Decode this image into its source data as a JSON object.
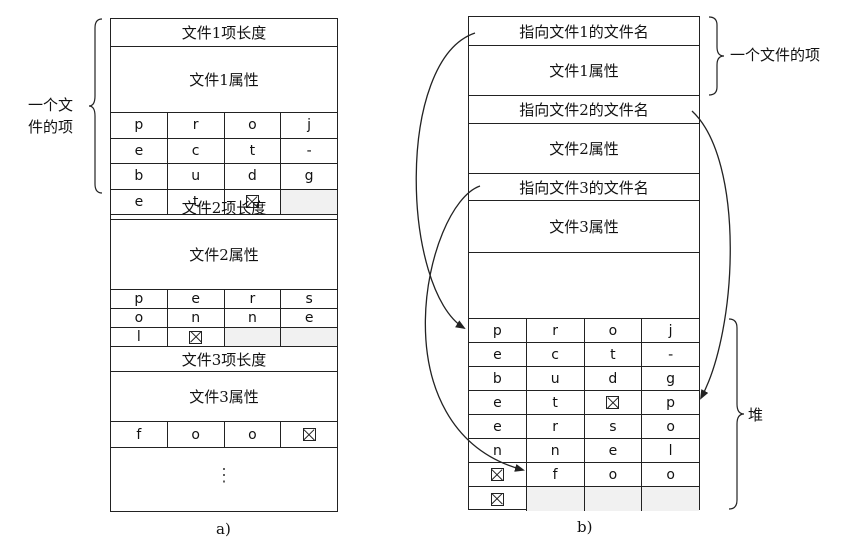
{
  "panel_a": {
    "caption": "a)",
    "brace_label_line1": "一个文",
    "brace_label_line2": "件的项",
    "entry1_length": "文件1项长度",
    "entry1_attr": "文件1属性",
    "entry1_rows": [
      [
        "p",
        "r",
        "o",
        "j"
      ],
      [
        "e",
        "c",
        "t",
        "-"
      ],
      [
        "b",
        "u",
        "d",
        "g"
      ],
      [
        "e",
        "t",
        "X",
        ""
      ]
    ],
    "entry2_length": "文件2项长度",
    "entry2_attr": "文件2属性",
    "entry2_rows": [
      [
        "p",
        "e",
        "r",
        "s"
      ],
      [
        "o",
        "n",
        "n",
        "e"
      ],
      [
        "l",
        "X",
        "",
        ""
      ]
    ],
    "entry3_length": "文件3项长度",
    "entry3_attr": "文件3属性",
    "entry3_rows": [
      [
        "f",
        "o",
        "o",
        "X"
      ]
    ],
    "ellipsis": "⋮"
  },
  "panel_b": {
    "caption": "b)",
    "ptr1": "指向文件1的文件名",
    "attr1": "文件1属性",
    "ptr2": "指向文件2的文件名",
    "attr2": "文件2属性",
    "ptr3": "指向文件3的文件名",
    "attr3": "文件3属性",
    "brace_top_label": "一个文件的项",
    "heap_label": "堆",
    "heap_rows": [
      [
        "p",
        "r",
        "o",
        "j"
      ],
      [
        "e",
        "c",
        "t",
        "-"
      ],
      [
        "b",
        "u",
        "d",
        "g"
      ],
      [
        "e",
        "t",
        "X",
        "p"
      ],
      [
        "e",
        "r",
        "s",
        "o"
      ],
      [
        "n",
        "n",
        "e",
        "l"
      ],
      [
        "X",
        "f",
        "o",
        "o"
      ],
      [
        "X",
        "",
        "",
        ""
      ]
    ]
  }
}
